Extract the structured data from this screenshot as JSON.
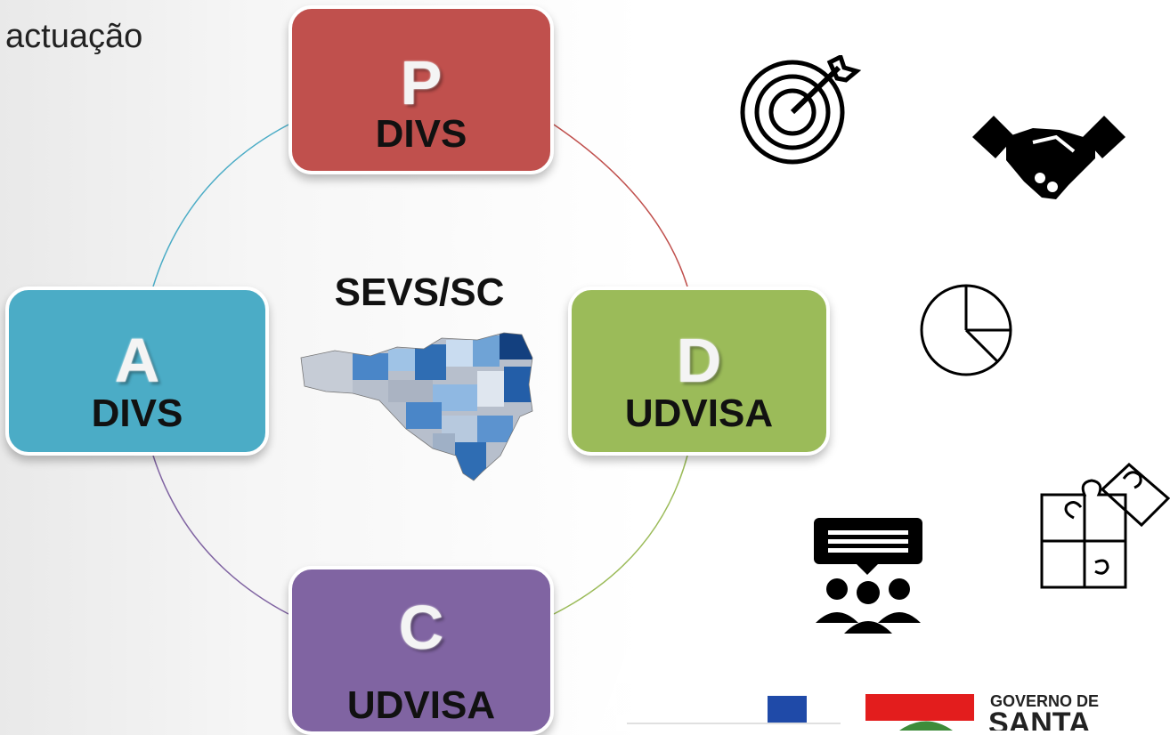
{
  "heading": "actuação",
  "cycle": {
    "plan": {
      "letter": "P",
      "owner": "DIVS",
      "color": "#c0504d"
    },
    "do": {
      "letter": "D",
      "owner": "UDVISA",
      "color": "#9bbb59"
    },
    "check": {
      "letter": "C",
      "owner": "UDVISA",
      "color": "#8064a2"
    },
    "act": {
      "letter": "A",
      "owner": "DIVS",
      "color": "#4bacc6"
    }
  },
  "center": {
    "label": "SEVS/SC",
    "map_icon": "santa-catarina-map"
  },
  "icons": [
    "target-icon",
    "handshake-icon",
    "pie-chart-icon",
    "meeting-icon",
    "puzzle-icon"
  ],
  "logos": {
    "governo_line1": "GOVERNO DE",
    "governo_line2": "SANTA"
  }
}
